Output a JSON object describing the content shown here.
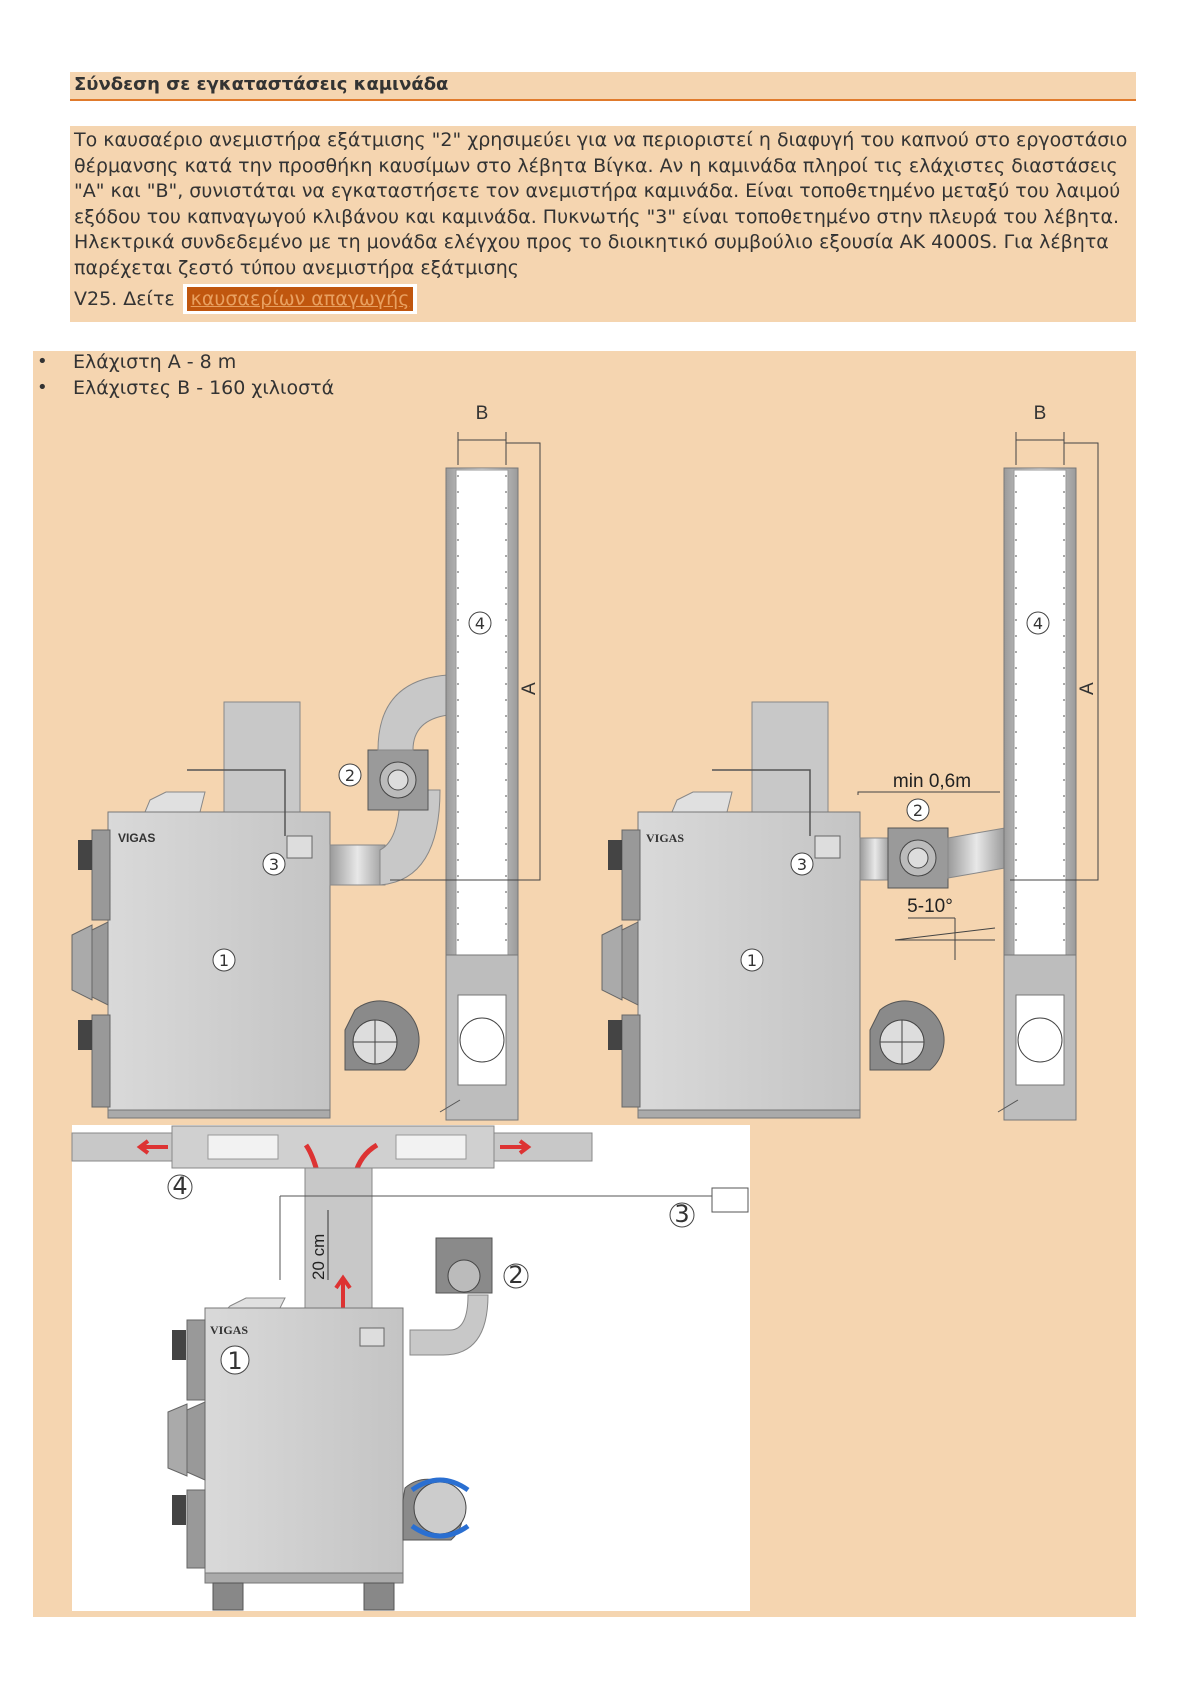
{
  "header": {
    "title": "Σύνδεση σε εγκαταστάσεις καμινάδα"
  },
  "intro": {
    "text": "Το καυσαέριο ανεμιστήρα εξάτμισης \"2\" χρησιμεύει για να περιοριστεί η διαφυγή του καπνού στο εργοστάσιο θέρμανσης κατά την προσθήκη καυσίμων στο λέβητα Βίγκα. Αν η καμινάδα πληροί τις ελάχιστες διαστάσεις \"A\" και \"B\", συνιστάται να εγκαταστήσετε τον ανεμιστήρα καμινάδα. Είναι τοποθετημένο μεταξύ του λαιμού εξόδου του καπναγωγού κλιβάνου και καμινάδα. Πυκνωτής \"3\" είναι τοποθετημένο στην πλευρά του λέβητα. Ηλεκτρικά συνδεδεμένο με τη μονάδα ελέγχου προς το διοικητικό συμβούλιο εξουσία AK 4000S. Για λέβητα παρέχεται ζεστό τύπου ανεμιστήρα εξάτμισης",
    "lastline_prefix": "V25. Δείτε",
    "link_label": "καυσαερίων απαγωγής"
  },
  "requirements": [
    "Ελάχιστη A - 8 m",
    "Ελάχιστες B - 160 χιλιοστά"
  ],
  "diagram": {
    "dim_a": "A",
    "dim_b": "B",
    "brand": "VIGAS",
    "min_distance": "min 0,6m",
    "angle": "5-10°",
    "height_20cm": "20 cm",
    "numbers": [
      "1",
      "2",
      "3",
      "4"
    ]
  }
}
